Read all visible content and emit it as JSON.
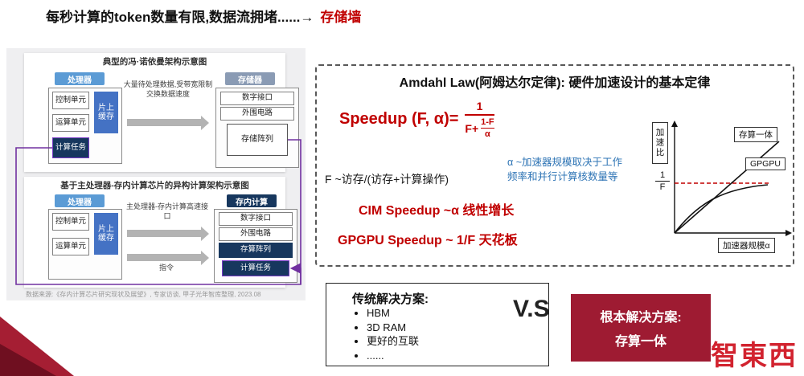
{
  "title": {
    "text": "每秒计算的token数量有限,数据流拥堵......→",
    "highlight": "存储墙"
  },
  "left": {
    "top_diagram": {
      "title": "典型的冯·诺依曼架构示意图",
      "processor_header": "处理器",
      "control_unit": "控制单元",
      "alu": "运算单元",
      "task": "计算任务",
      "cache": "片上缓存",
      "arrow_note": "大量待处理数据,受带宽限制交换数据速度",
      "memory_header": "存储器",
      "digital_if": "数字接口",
      "peripheral": "外围电路",
      "storage_array": "存储阵列"
    },
    "bottom_diagram": {
      "title": "基于主处理器-存内计算芯片的异构计算架构示意图",
      "processor_header": "处理器",
      "control_unit": "控制单元",
      "alu": "运算单元",
      "cache": "片上缓存",
      "interface_note": "主处理器-存内计算高速接口",
      "instruction": "指令",
      "cim_header": "存内计算",
      "digital_if": "数字接口",
      "peripheral": "外围电路",
      "cim_array": "存算阵列",
      "task": "计算任务"
    },
    "source": "数据来源:《存内计算芯片研究现状及展望》, 专家访谈, 甲子光年智库整理, 2023.08"
  },
  "amdahl": {
    "title": "Amdahl Law(阿姆达尔定律): 硬件加速设计的基本定律",
    "speedup_prefix": "Speedup (F, α)=",
    "frac_num": "1",
    "frac_den_prefix": "F+",
    "frac_sub_num": "1-F",
    "frac_sub_den": "α",
    "f_definition": "F ~访存/(访存+计算操作)",
    "alpha_definition": "α ~加速器规模取决于工作频率和并行计算核数量等",
    "cim_speedup": "CIM Speedup ~α 线性增长",
    "gpgpu_speedup": "GPGPU Speedup ~ 1/F 天花板",
    "graph": {
      "y_label": "加速比",
      "x_label": "加速器规模α",
      "asym_num": "1",
      "asym_den": "F",
      "line1_label": "存算一体",
      "line2_label": "GPGPU"
    }
  },
  "solutions": {
    "traditional_title": "传统解决方案:",
    "traditional_items": [
      "HBM",
      "3D RAM",
      "更好的互联",
      "......"
    ],
    "vs": "V.S",
    "fundamental_line1": "根本解决方案:",
    "fundamental_line2": "存算一体"
  },
  "watermark": "智東西",
  "colors": {
    "accent_red": "#c00000",
    "dark_red": "#9e1b32",
    "navy": "#17375e",
    "box_blue": "#4472c4",
    "header_blue": "#5b9bd5",
    "purple": "#7030a0"
  }
}
